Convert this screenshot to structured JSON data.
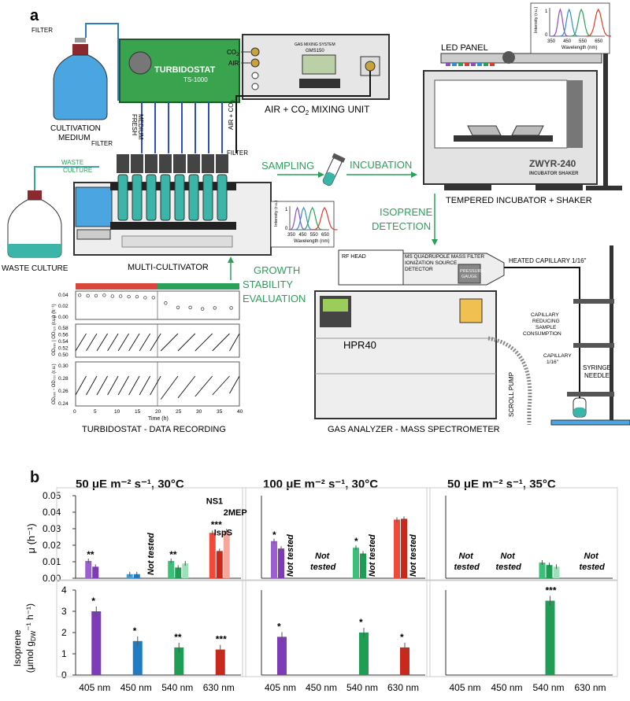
{
  "panel_a": {
    "letter": "a",
    "filter1": "FILTER",
    "cultivation_medium": [
      "CULTIVATION",
      "MEDIUM"
    ],
    "turbidostat_name": "TURBIDOSTAT",
    "turbidostat_model": "TS-1000",
    "fresh_medium": [
      "FRESH",
      "MEDIUM"
    ],
    "gas_system_label": "GAS MIXING SYSTEM",
    "gas_model": "GMS150",
    "co2": "CO",
    "co2_sub": "2",
    "air": "AIR",
    "air_co2": "AIR + CO",
    "air_co2_sub": "2",
    "mixing_unit": "AIR + CO",
    "mixing_unit_sub": "2",
    "mixing_unit_tail": " MIXING UNIT",
    "filter2": "FILTER",
    "filter3": "FILTER",
    "waste_culture_label": [
      "WASTE",
      "CULTURE"
    ],
    "waste_culture": "WASTE CULTURE",
    "multi_cultivator": "MULTI-CULTIVATOR",
    "sampling": "SAMPLING",
    "incubation": "INCUBATION",
    "led_panel": "LED PANEL",
    "incubator_model": "ZWYR-240",
    "incubator_sub": "INCUBATOR    SHAKER",
    "incubator_caption": "TEMPERED INCUBATOR + SHAKER",
    "isoprene_detection": [
      "ISOPRENE",
      "DETECTION"
    ],
    "growth_stability": [
      "GROWTH",
      "STABILITY",
      "EVALUATION"
    ],
    "rf_head": "RF HEAD",
    "ms_filter": [
      "MS QUADRUPOLE MASS FILTER",
      "IONIZATION SOURCE",
      "DETECTOR"
    ],
    "pressure_gauge": [
      "PRESSURE",
      "GAUGE"
    ],
    "heated_capillary": "HEATED CAPILLARY 1/16\"",
    "hpr40": "HPR40",
    "capillary_reducing": [
      "CAPILLARY",
      "REDUCING",
      "SAMPLE",
      "CONSUMPTION"
    ],
    "capillary_116": [
      "CAPILLARY",
      "1/16\""
    ],
    "syringe_needle": [
      "SYRINGE",
      "NEEDLE"
    ],
    "scroll_pump": "SCROLL PUMP",
    "gas_analyzer": "GAS ANALYZER - MASS SPECTROMETER",
    "turbidostat_recording": "TURBIDOSTAT - DATA RECORDING",
    "spectrum": {
      "ylabel": "Intensity (r.u.)",
      "xlabel": "Wavelength (nm)",
      "xticks": [
        "350",
        "450",
        "550",
        "650"
      ],
      "y1": "1",
      "y0": "0",
      "colors": [
        "#8e4fc2",
        "#2f8fd6",
        "#2aa15a",
        "#e03a2a"
      ]
    },
    "recording_chart": {
      "xlabel": "Time (h)",
      "xticks": [
        "0",
        "5",
        "10",
        "15",
        "20",
        "25",
        "30",
        "35",
        "40"
      ],
      "panel1_ylabel": "μ (h⁻¹)",
      "panel1_yticks": [
        "0.04",
        "0.02",
        "0.00"
      ],
      "panel2_ylabel": "OD₆₈₀ | OD₇₂₀ (r.u.)",
      "panel2_yticks": [
        "0.58",
        "0.56",
        "0.54",
        "0.52",
        "0.50"
      ],
      "panel3_ylabel": "OD₆₈₀ - OD₇₂₀ (r.u.)",
      "panel3_yticks": [
        "0.30",
        "0.28",
        "0.26",
        "0.24"
      ],
      "bar_colors": [
        "#d9463c",
        "#2aa15a"
      ]
    }
  },
  "panel_b": {
    "letter": "b",
    "conditions": [
      {
        "label": "50 μE m⁻² s⁻¹, 30°C"
      },
      {
        "label": "100 μE m⁻² s⁻¹, 30°C"
      },
      {
        "label": "50 μE m⁻² s⁻¹, 35°C"
      }
    ],
    "mu_ylabel": "μ (h⁻¹)",
    "isoprene_ylabel": [
      "Isoprene",
      "(μmol g",
      "DW",
      "⁻¹ h⁻¹)"
    ],
    "mu_yticks": [
      "0.05",
      "0.04",
      "0.03",
      "0.02",
      "0.01",
      "0.00"
    ],
    "iso_yticks": [
      "4",
      "3",
      "2",
      "1",
      "0"
    ],
    "wavelengths": [
      "405 nm",
      "450 nm",
      "540 nm",
      "630 nm"
    ],
    "not_tested": [
      "Not",
      "tested"
    ],
    "not_tested_one": "Not tested",
    "strain_labels": {
      "ns1": "NS1",
      "mep": "2MEP",
      "isps": "IspS"
    }
  },
  "chart_data": [
    {
      "type": "line",
      "title": "",
      "xlabel": "Time (h)",
      "xlim": [
        0,
        40
      ],
      "panels": [
        {
          "ylabel": "μ (h⁻¹)",
          "ylim": [
            0.0,
            0.045
          ],
          "series": [
            {
              "type": "scatter",
              "x": [
                1,
                3,
                5,
                7,
                9,
                11,
                13,
                15,
                17,
                19,
                22,
                25,
                28,
                31,
                34,
                38
              ],
              "y": [
                0.043,
                0.042,
                0.042,
                0.043,
                0.041,
                0.041,
                0.04,
                0.04,
                0.038,
                0.038,
                0.027,
                0.018,
                0.018,
                0.015,
                0.017,
                0.017
              ]
            }
          ]
        },
        {
          "ylabel": "OD₆₈₀ | OD₇₂₀ (r.u.)",
          "ylim": [
            0.5,
            0.58
          ],
          "pattern": "sawtooth"
        },
        {
          "ylabel": "OD₆₈₀ - OD₇₂₀ (r.u.)",
          "ylim": [
            0.24,
            0.3
          ],
          "pattern": "sawtooth"
        }
      ]
    },
    {
      "type": "bar",
      "title": "50 μE m⁻² s⁻¹, 30°C",
      "categories": [
        "405 nm",
        "450 nm",
        "540 nm",
        "630 nm"
      ],
      "growth_rate": {
        "ylabel": "μ (h⁻¹)",
        "ylim": [
          0.0,
          0.05
        ],
        "bars": {
          "405 nm": [
            0.0105,
            0.007,
            null
          ],
          "450 nm": [
            0.0025,
            0.0025,
            null
          ],
          "540 nm": [
            0.0105,
            0.0065,
            0.009
          ],
          "630 nm": [
            0.0275,
            0.0165,
            0.0285
          ]
        },
        "significance": {
          "405 nm": "**",
          "540 nm": "**",
          "630 nm": "***"
        },
        "not_tested": [
          "450 nm"
        ]
      },
      "isoprene": {
        "ylim": [
          0,
          4
        ],
        "values": {
          "405 nm": 3.0,
          "450 nm": 1.6,
          "540 nm": 1.3,
          "630 nm": 1.2
        },
        "significance": {
          "405 nm": "*",
          "450 nm": "*",
          "540 nm": "**",
          "630 nm": "***"
        }
      }
    },
    {
      "type": "bar",
      "title": "100 μE m⁻² s⁻¹, 30°C",
      "categories": [
        "405 nm",
        "450 nm",
        "540 nm",
        "630 nm"
      ],
      "growth_rate": {
        "ylim": [
          0.0,
          0.05
        ],
        "bars": {
          "405 nm": [
            0.0225,
            0.018,
            null
          ],
          "540 nm": [
            0.0185,
            0.015,
            null
          ],
          "630 nm": [
            0.0355,
            0.036,
            null
          ]
        },
        "significance": {
          "405 nm": "*",
          "540 nm": "*"
        },
        "not_tested": [
          "405 nm",
          "450 nm",
          "540 nm",
          "630 nm"
        ]
      },
      "isoprene": {
        "ylim": [
          0,
          4
        ],
        "values": {
          "405 nm": 1.8,
          "540 nm": 2.0,
          "630 nm": 1.3
        },
        "significance": {
          "405 nm": "*",
          "540 nm": "*",
          "630 nm": "*"
        }
      }
    },
    {
      "type": "bar",
      "title": "50 μE m⁻² s⁻¹, 35°C",
      "categories": [
        "405 nm",
        "450 nm",
        "540 nm",
        "630 nm"
      ],
      "growth_rate": {
        "ylim": [
          0.0,
          0.05
        ],
        "bars": {
          "540 nm": [
            0.0095,
            0.008,
            0.007
          ]
        },
        "not_tested": [
          "405 nm",
          "450 nm",
          "630 nm"
        ]
      },
      "isoprene": {
        "ylim": [
          0,
          4
        ],
        "values": {
          "540 nm": 3.5
        },
        "significance": {
          "540 nm": "***"
        }
      }
    }
  ]
}
